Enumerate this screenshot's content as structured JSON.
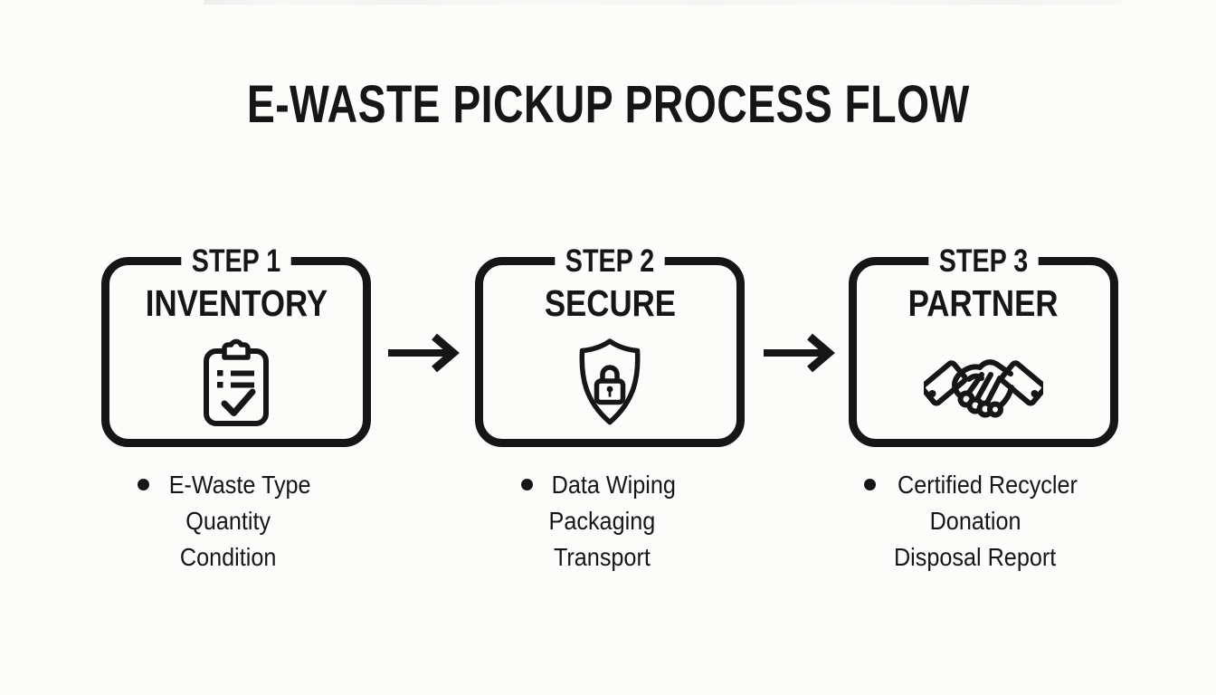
{
  "page": {
    "background": "#fcfcfb",
    "ink": "#161616"
  },
  "title": "E-WASTE PICKUP PROCESS FLOW",
  "arrow_glyph": "right-arrow",
  "steps": [
    {
      "step_label": "STEP 1",
      "name": "INVENTORY",
      "icon": "clipboard-checklist-icon",
      "details": [
        "E-Waste Type",
        "Quantity",
        "Condition"
      ]
    },
    {
      "step_label": "STEP 2",
      "name": "SECURE",
      "icon": "shield-lock-icon",
      "details": [
        "Data Wiping",
        "Packaging",
        "Transport"
      ]
    },
    {
      "step_label": "STEP 3",
      "name": "PARTNER",
      "icon": "handshake-icon",
      "details": [
        "Certified Recycler",
        "Donation",
        "Disposal Report"
      ]
    }
  ]
}
